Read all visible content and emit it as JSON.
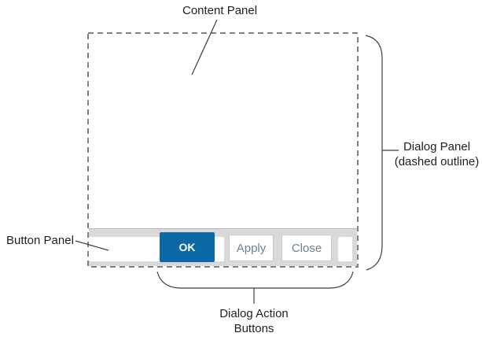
{
  "diagram": {
    "content_panel_label": "Content Panel",
    "button_panel_label": "Button Panel",
    "dialog_panel_label_line1": "Dialog Panel",
    "dialog_panel_label_line2": "(dashed outline)",
    "dialog_action_label_line1": "Dialog Action",
    "dialog_action_label_line2": "Buttons"
  },
  "dialog": {
    "buttons": [
      {
        "label": "OK",
        "variant": "primary"
      },
      {
        "label": "Apply",
        "variant": "secondary"
      },
      {
        "label": "Close",
        "variant": "secondary"
      }
    ]
  },
  "colors": {
    "primary_button_bg": "#0d68a8",
    "primary_button_text": "#ffffff",
    "secondary_button_text": "#6b8191",
    "secondary_button_border": "#c9c9c9",
    "button_panel_bg": "#d9d9d9",
    "dashed_outline": "#7f7f7f",
    "annotation_text": "#1f1f1f"
  }
}
